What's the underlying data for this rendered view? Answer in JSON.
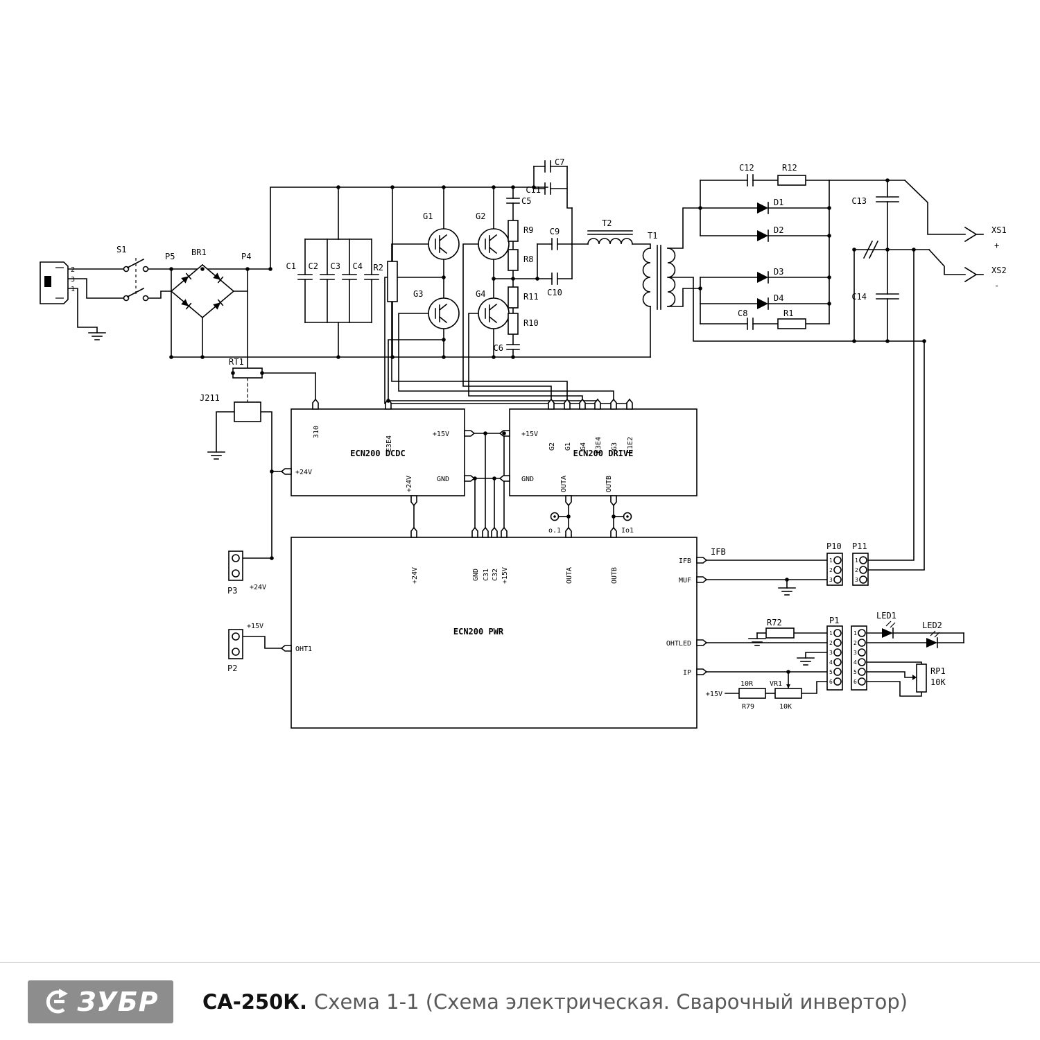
{
  "colors": {
    "line": "#000000",
    "footer_logo_bg": "#8d8d8d",
    "subtitle_text": "#595959"
  },
  "schematic": {
    "mains": {
      "pin2": "2",
      "pin3": "3",
      "pin1": "1",
      "s1": "S1",
      "p5": "P5",
      "br1": "BR1",
      "p4": "P4",
      "rt1": "RT1",
      "j211": "J211"
    },
    "dc_bus": {
      "c1": "C1",
      "c2": "C2",
      "c3": "C3",
      "c4": "C4",
      "r2": "R2"
    },
    "inverter": {
      "g1": "G1",
      "g2": "G2",
      "g3": "G3",
      "g4": "G4",
      "r9": "R9",
      "r8": "R8",
      "r11": "R11",
      "r10": "R10",
      "c5": "C5",
      "c6": "C6",
      "c7": "C7",
      "c11": "C11",
      "c9": "C9",
      "c10": "C10",
      "t2": "T2",
      "t1": "T1"
    },
    "rectifier": {
      "c12": "C12",
      "r12": "R12",
      "d1": "D1",
      "d2": "D2",
      "d3": "D3",
      "d4": "D4",
      "c8": "C8",
      "r1": "R1"
    },
    "output": {
      "c13": "C13",
      "c14": "C14",
      "xs1": "XS1",
      "xs1_polarity": "+",
      "xs2": "XS2",
      "xs2_polarity": "-"
    },
    "dcdc": {
      "title": "ECN200 DCDC",
      "pin_310": "310",
      "pin_e3e4": "E3E4",
      "pin_15v": "+15V",
      "pin_gnd": "GND",
      "pin_24v_in": "+24V",
      "pin_24v_out": "+24V"
    },
    "drive": {
      "title": "ECN200 DRIVE",
      "pin_15v": "+15V",
      "pin_gnd": "GND",
      "top_pins": [
        "G2",
        "G1",
        "G4",
        "E3E4",
        "G3",
        "E1E2"
      ],
      "pin_outa": "OUTA",
      "pin_outb": "OUTB"
    },
    "pwr": {
      "title": "ECN200 PWR",
      "top_pins": [
        "+24V",
        "GND",
        "C31",
        "C32",
        "+15V",
        "OUTA",
        "OUTB"
      ],
      "pin_ifb": "IFB",
      "pin_muf": "MUF",
      "pin_ohtled": "OHTLED",
      "pin_ip": "IP",
      "pin_oht1": "OHT1"
    },
    "testpoints": {
      "tp_a": "o.1",
      "tp_b": "Io1"
    },
    "connectors": {
      "p3": "P3",
      "p3_rail": "+24V",
      "p2": "P2",
      "p2_rail": "+15V",
      "p10": "P10",
      "p11": "P11",
      "ifb_net": "IFB",
      "p10_pins": [
        "1",
        "2",
        "3"
      ],
      "p11_pins": [
        "1",
        "2",
        "3"
      ],
      "p1": "P1",
      "p1_pins": [
        "1",
        "2",
        "3",
        "4",
        "5",
        "6"
      ],
      "p1_mate_pins": [
        "1",
        "2",
        "3",
        "4",
        "5",
        "6"
      ]
    },
    "panel": {
      "r72": "R72",
      "led1": "LED1",
      "led2": "LED2",
      "rp1": "RP1",
      "rp1_value": "10K",
      "r79_value": "10R",
      "r79": "R79",
      "vr1": "VR1",
      "vr1_value": "10K",
      "rail_15v": "+15V"
    }
  },
  "footer": {
    "brand": "ЗУБР",
    "model": "СА-250К.",
    "subtitle": "Схема 1-1 (Схема электрическая. Сварочный инвертор)"
  }
}
